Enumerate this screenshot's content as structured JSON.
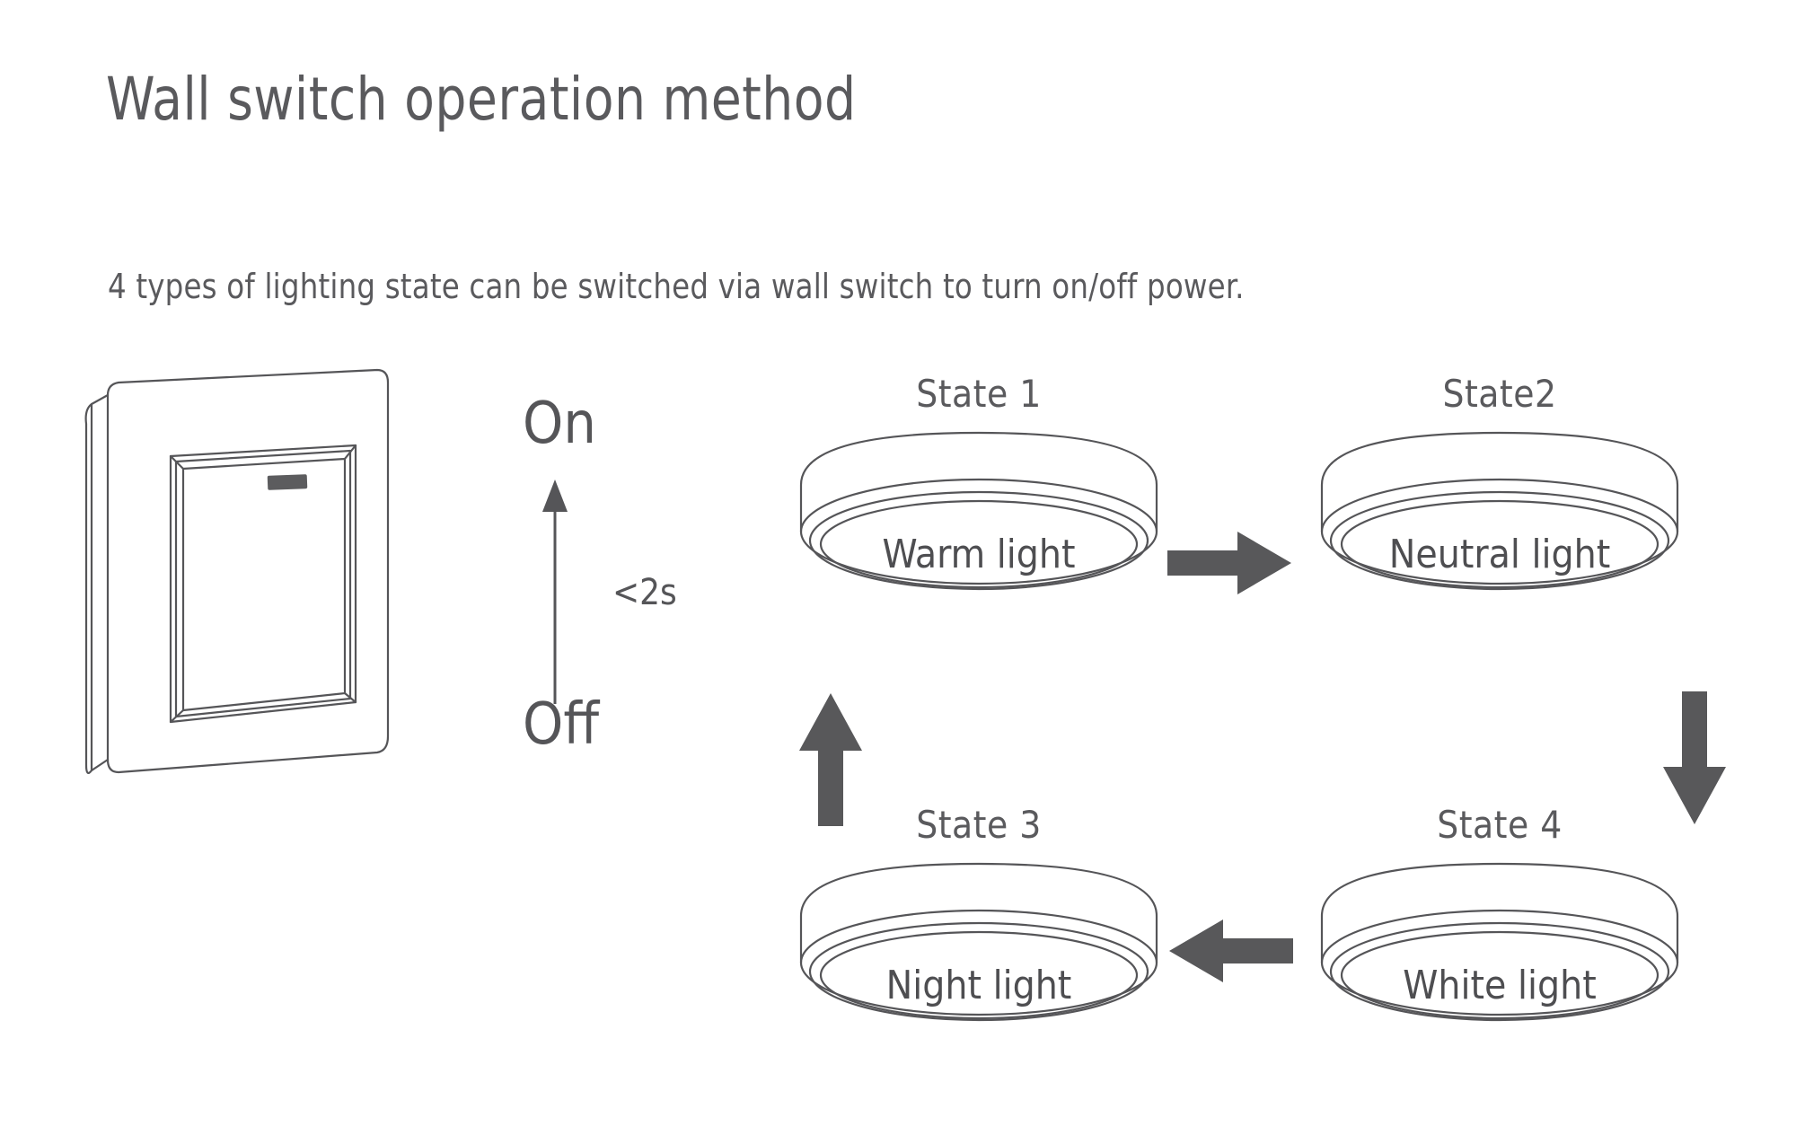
{
  "header": {
    "title": "Wall switch operation method",
    "subtitle": "4 types of lighting state can be switched via wall switch to turn on/off power."
  },
  "switch_panel": {
    "name": "wall-switch-illustration",
    "on_label": "On",
    "off_label": "Off",
    "duration_label": "<2s"
  },
  "states": [
    {
      "id": "state1",
      "state_label": "State 1",
      "light_label": "Warm light"
    },
    {
      "id": "state2",
      "state_label": "State2",
      "light_label": "Neutral light"
    },
    {
      "id": "state3",
      "state_label": "State 3",
      "light_label": "Night light"
    },
    {
      "id": "state4",
      "state_label": "State 4",
      "light_label": "White light"
    }
  ],
  "flow": {
    "arrow_1to2": "right-arrow-icon",
    "arrow_2to4": "down-arrow-icon",
    "arrow_4to3": "left-arrow-icon",
    "arrow_3to1": "up-arrow-icon"
  },
  "colors": {
    "background": "#ffffff",
    "line": "#555558",
    "text": "#5a5a5d",
    "arrow_fill": "#58585a"
  }
}
